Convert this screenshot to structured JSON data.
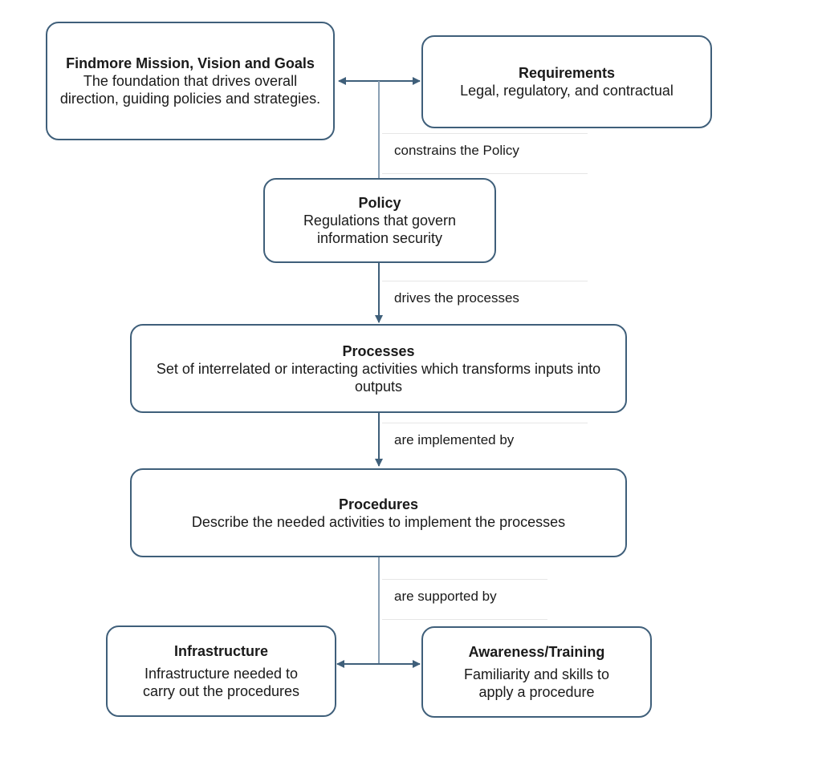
{
  "nodes": {
    "mission": {
      "title": "Findmore Mission, Vision and Goals",
      "desc": "The foundation that drives overall direction, guiding policies and strategies."
    },
    "requirements": {
      "title": "Requirements",
      "desc": "Legal, regulatory, and contractual"
    },
    "policy": {
      "title": "Policy",
      "desc": "Regulations that govern information security"
    },
    "processes": {
      "title": "Processes",
      "desc": "Set of interrelated or interacting activities which transforms inputs into outputs"
    },
    "procedures": {
      "title": "Procedures",
      "desc": "Describe the needed activities to implement the processes"
    },
    "infrastructure": {
      "title": "Infrastructure",
      "desc": "Infrastructure needed to carry out the procedures"
    },
    "awareness": {
      "title": "Awareness/Training",
      "desc": "Familiarity and skills to apply a procedure"
    }
  },
  "edges": {
    "constrains": "constrains the Policy",
    "drives": "drives the processes",
    "implemented": "are implemented by",
    "supported": "are supported by"
  },
  "colors": {
    "connector": "#3f5f7a",
    "box_border": "#3f5f7a"
  }
}
